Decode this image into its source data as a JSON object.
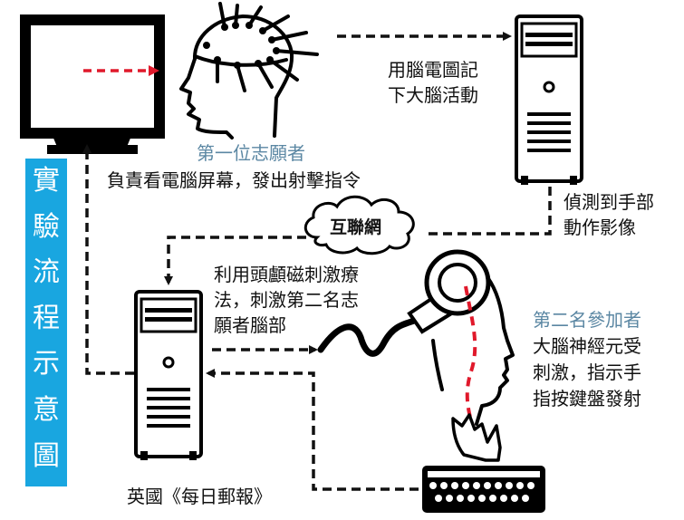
{
  "side_title": [
    "實",
    "驗",
    "流",
    "程",
    "示",
    "意",
    "圖"
  ],
  "volunteer1": {
    "title": "第一位志願者",
    "desc": "負責看電腦屏幕，發出射擊指令"
  },
  "eeg": {
    "line1": "用腦電圖記",
    "line2": "下大腦活動"
  },
  "detect": {
    "line1": "偵測到手部",
    "line2": "動作影像"
  },
  "internet": "互聯網",
  "tms": {
    "line1": "利用頭顱磁刺激療",
    "line2": "法，刺激第二名志",
    "line3": "願者腦部"
  },
  "volunteer2": {
    "title": "第二名參加者",
    "line1": "大腦神經元受",
    "line2": "刺激，指示手",
    "line3": "指按鍵盤發射"
  },
  "source": "英國《每日郵報》",
  "colors": {
    "accent_blue": "#19a6e0",
    "red_arrow": "#e0192b",
    "label_blue": "#5b87a3"
  },
  "icons": [
    "monitor-icon",
    "head-with-eeg-cap-icon",
    "computer-tower-icon",
    "cloud-icon",
    "tms-coil-icon",
    "head-profile-icon",
    "hand-icon",
    "keyboard-icon"
  ]
}
